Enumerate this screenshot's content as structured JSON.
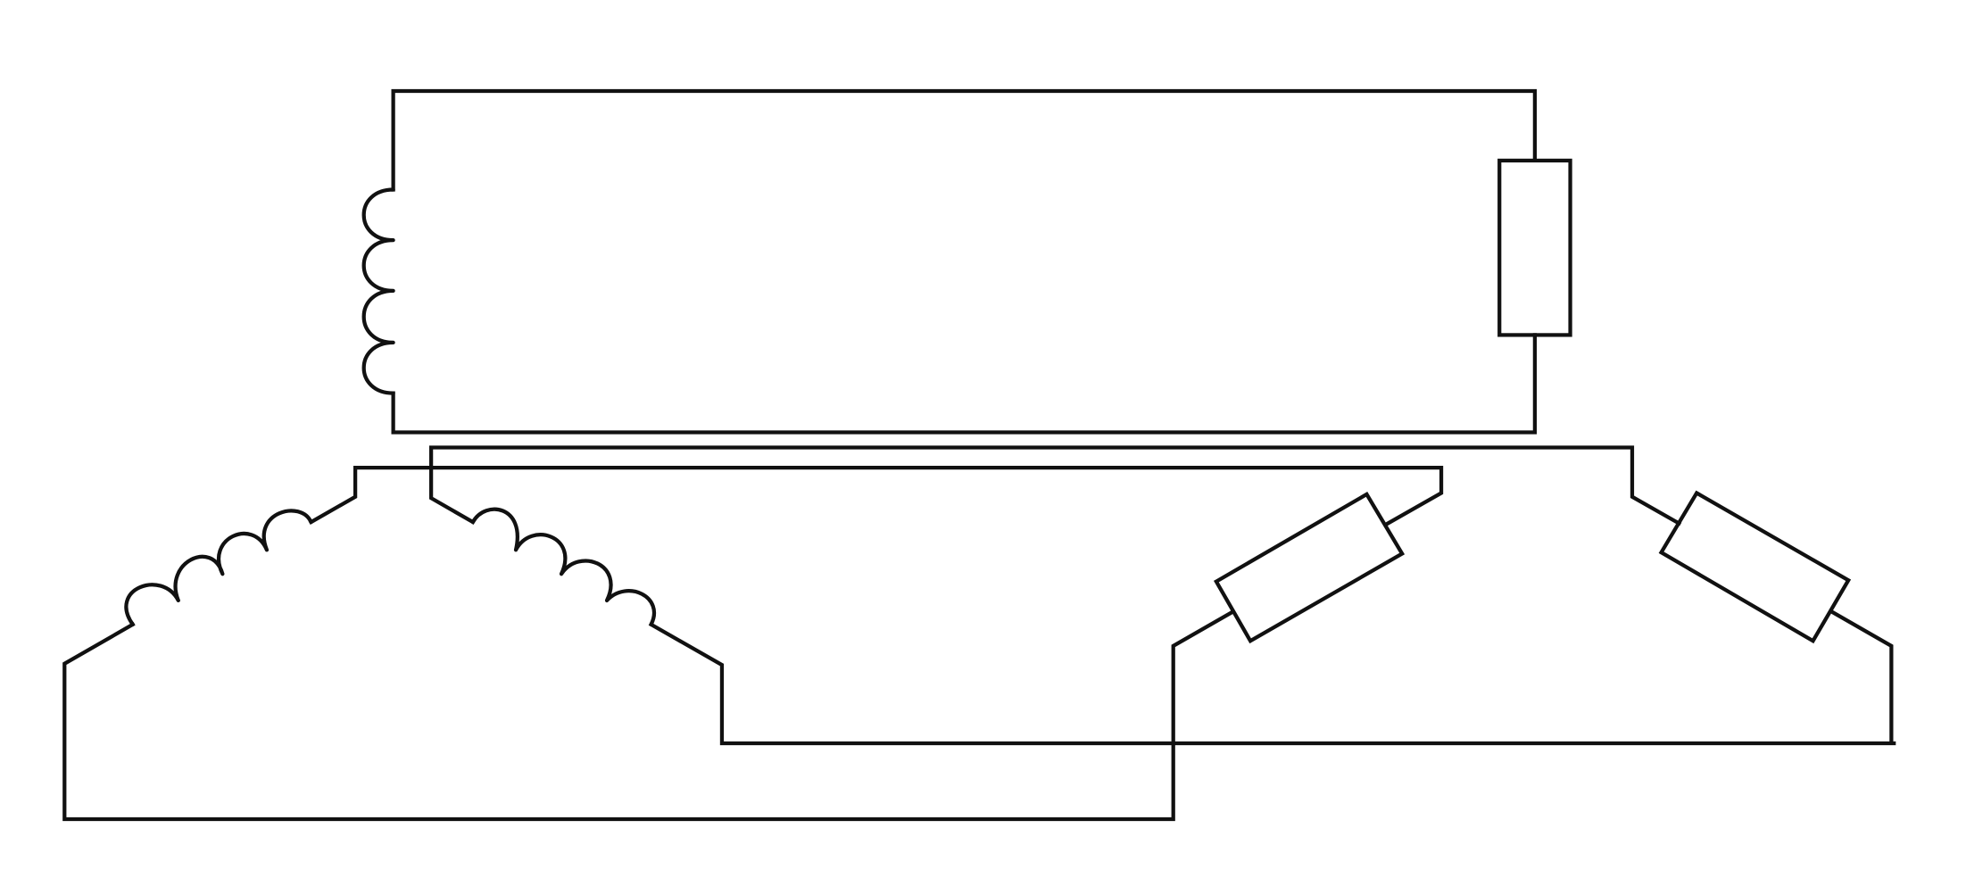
{
  "diagram": {
    "type": "circuit-schematic",
    "components": [
      {
        "id": "inductor-top",
        "kind": "inductor",
        "turns": 4
      },
      {
        "id": "resistor-top",
        "kind": "resistor"
      },
      {
        "id": "inductor-left",
        "kind": "inductor",
        "turns": 4
      },
      {
        "id": "inductor-mid",
        "kind": "inductor",
        "turns": 4
      },
      {
        "id": "resistor-mid",
        "kind": "resistor"
      },
      {
        "id": "resistor-right",
        "kind": "resistor"
      }
    ],
    "colors": {
      "background": "#ffffff",
      "stroke": "#111111"
    }
  }
}
